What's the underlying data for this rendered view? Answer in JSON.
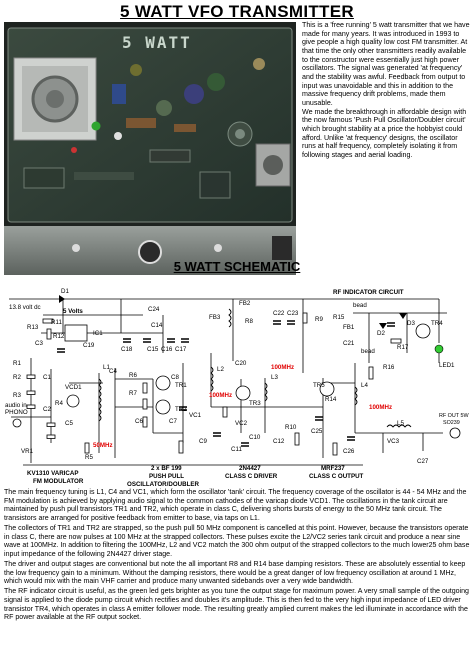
{
  "page_title": "5 WATT VFO TRANSMITTER",
  "photo_silkscreen": "5 WATT",
  "description": [
    "This is a 'free running' 5 watt transmitter that we have made for many years. It was introduced in 1993 to give people a high quality low cost FM transmitter. At that time the only other transmitters readily available to the constructor were essentially just high power oscillators. The signal was generated 'at frequency' and the stability was awful. Feedback from output to input was unavoidable and this in addition to the massive frequency drift problems, made them unusable.",
    "We made the breakthrough in affordable design with the now famous 'Push Pull Oscillator/Doubler circuit' which brought stability at a price the hobbyist could afford. Unlike 'at frequency' designs, the oscillator runs at half frequency, completely isolating it from following stages and aerial loading."
  ],
  "schematic": {
    "title": "5 WATT SCHEMATIC",
    "labels": {
      "d1": "D1",
      "supply": "13.8 volt dc",
      "five_volts": "5 Volts",
      "r11": "R11",
      "r12": "R12",
      "r13": "R13",
      "c3": "C3",
      "ic1": "IC1",
      "c14": "C14",
      "c19": "C19",
      "c18": "C18",
      "c24": "C24",
      "c15": "C15",
      "c16": "C16",
      "c17": "C17",
      "fb2": "FB2",
      "fb3": "FB3",
      "c22": "C22",
      "c23": "C23",
      "r8": "R8",
      "c20": "C20",
      "r9": "R9",
      "r1": "R1",
      "r2": "R2",
      "r3": "R3",
      "r4": "R4",
      "r5": "R5",
      "r6": "R6",
      "r7": "R7",
      "c1": "C1",
      "c2": "C2",
      "c4": "C4",
      "c5": "C5",
      "c6": "C6",
      "c7": "C7",
      "c8": "C8",
      "c9": "C9",
      "c10": "C10",
      "c11": "C11",
      "c12": "C12",
      "c21": "C21",
      "c25": "C25",
      "c26": "C26",
      "c27": "C27",
      "l1": "L1",
      "l2": "L2",
      "l3": "L3",
      "l4": "L4",
      "l5": "L5",
      "mhz100_a": "100MHz",
      "mhz100_b": "100MHz",
      "mhz100_c": "100MHz",
      "mhz50": "50MHz",
      "tr1": "TR1",
      "tr2": "TR2",
      "tr3": "TR3",
      "tr4": "TR4",
      "tr5": "TR5",
      "vcd1": "VCD1",
      "vc1": "VC1",
      "vc2": "VC2",
      "vc3": "VC3",
      "vr1": "VR1",
      "r10": "R10",
      "r14": "R14",
      "r15": "R15",
      "r16": "R16",
      "r17": "R17",
      "d2": "D2",
      "d3": "D3",
      "led1": "LED1",
      "fb1": "FB1",
      "bead_a": "bead",
      "bead_b": "bead",
      "rf_indicator": "RF INDICATOR CIRCUIT",
      "rf_out_1": "RF OUT 5W",
      "rf_out_2": "SO239",
      "audio_1": "audio in",
      "audio_2": "PHONO",
      "kv_1": "KV1310 VARICAP",
      "kv_2": "FM MODULATOR",
      "bf_1": "2 x BF 199",
      "bf_2": "PUSH PULL",
      "bf_3": "OSCILLATOR/DOUBLER",
      "n_1": "2N4427",
      "n_2": "CLASS C DRIVER",
      "mrf_1": "MRF237",
      "mrf_2": "CLASS C OUTPUT"
    }
  },
  "notes": [
    "The main frequency tuning is L1, C4 and VC1, which form the oscillator 'tank' circuit. The frequency coverage of the oscillator is 44 - 54 MHz and the FM modulation is achieved by applying audio signal to the common cathodes of the varicap diode VCD1. The oscillations in the tank circuit are maintained by push pull transistors TR1 and TR2, which operate in class C, delivering shorts bursts of energy to the 50 MHz tank circuit. The transistors are arranged for positive feedback from emitter to base, via taps on L1.",
    "The collectors of TR1 and TR2 are strapped, so the push pull 50 MHz component is cancelled at this point. However, because the transistors operate in class C, there are now pulses at 100 MHz at the strapped collectors. These pulses excite the L2/VC2 series tank circuit and produce a near sine wave at 100MHz. In addition to filtering the 100MHz, L2 and VC2 match the 300 ohm output of the strapped collectors to the much lower25 ohm base input impedance of the following 2N4427 driver stage.",
    "The driver and output stages are conventional but note the all important R8 and R14 base damping resistors. These are absolutely essential to keep the low frequency gain to a minimum. Without the damping resistors, there would be a great danger of low frequency oscillation at around 1 MHz, which would mix with the main VHF carrier and produce many unwanted sidebands over a very wide bandwidth.",
    "The RF indicator circuit is useful, as the green led gets brighter as you tune the output stage for maximum power. A very small sample of the outgoing signal is applied to the diode pump circuit which rectifies and doubles it's amplitude. This is then fed to the very high input impedance of LED driver transistor TR4, which operates in class A emitter follower mode. The resulting greatly amplied current makes the led illuminate in accordance with the RF power available at the RF output socket."
  ],
  "colors": {
    "board": "#2a2f2b",
    "highlight_red": "#e00000",
    "led_green": "#33cc33"
  }
}
